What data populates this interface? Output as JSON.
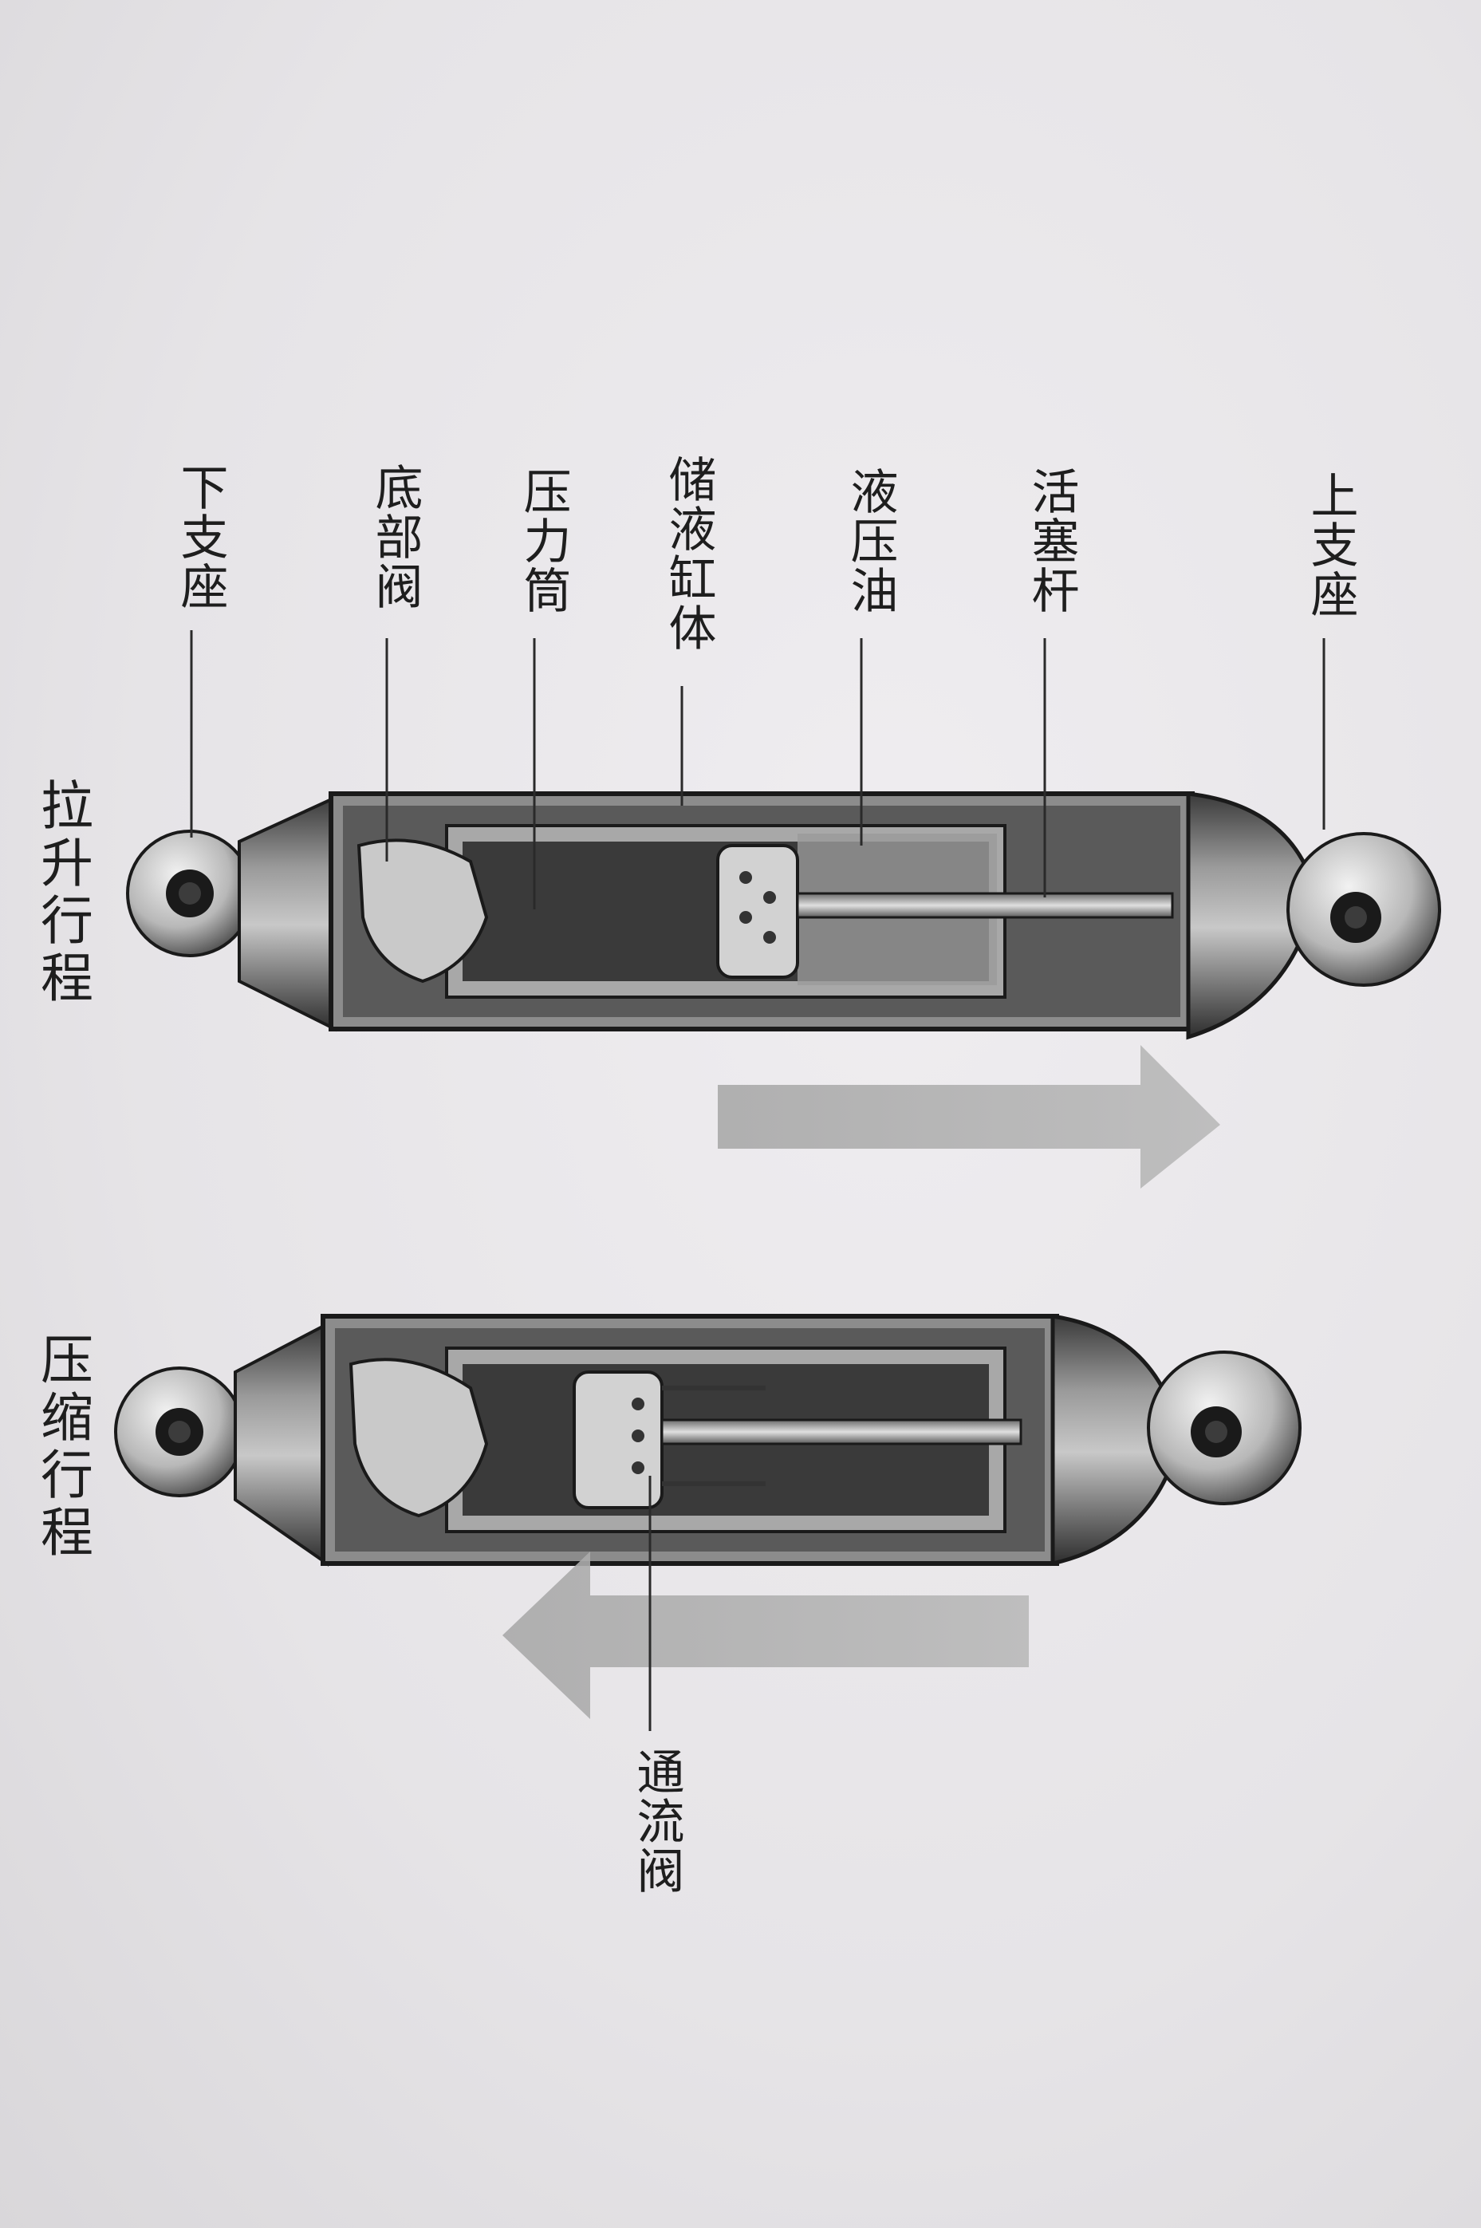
{
  "labels": {
    "upper_mount": "上支座",
    "piston_rod": "活塞杆",
    "hydraulic_oil": "液压油",
    "reservoir_cylinder": "储液缸体",
    "pressure_tube": "压力筒",
    "base_valve": "底部阀",
    "lower_mount": "下支座",
    "flow_valve": "通流阀"
  },
  "captions": {
    "extension_stroke": "拉升行程",
    "compression_stroke": "压缩行程"
  }
}
